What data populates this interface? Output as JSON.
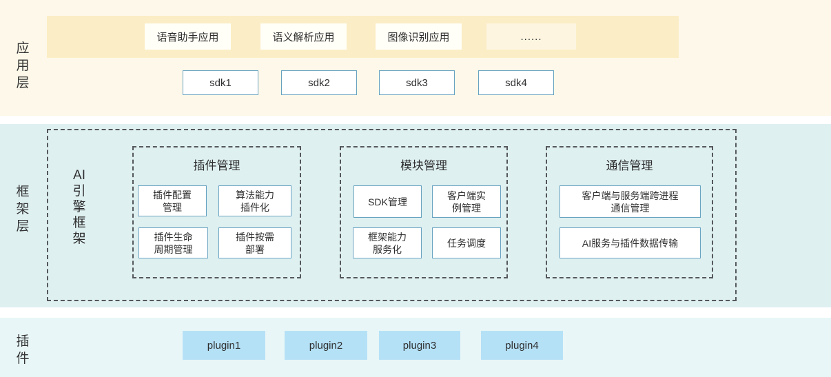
{
  "colors": {
    "canvas_bg": "#ffffff",
    "app_layer_bg": "#fdf8e9",
    "app_band_bg": "#fbedc5",
    "app_box_bg": "#fffef7",
    "dots_box_bg": "#fdf5e0",
    "framework_layer_bg": "#dff0f1",
    "plugin_layer_bg": "#e8f6f7",
    "box_bg": "#ffffff",
    "box_border": "#67a2c0",
    "plugin_box_bg": "#b5e1f7",
    "dash_border": "#54585b",
    "text": "#2e2e2e"
  },
  "app_layer": {
    "label": "应\n用\n层",
    "apps": [
      {
        "label": "语音助手应用"
      },
      {
        "label": "语义解析应用"
      },
      {
        "label": "图像识别应用"
      },
      {
        "label": "......"
      }
    ],
    "sdks": [
      {
        "label": "sdk1"
      },
      {
        "label": "sdk2"
      },
      {
        "label": "sdk3"
      },
      {
        "label": "sdk4"
      }
    ]
  },
  "framework_layer": {
    "label": "框\n架\n层",
    "engine_label": "AI\n引\n擎\n框\n架",
    "groups": [
      {
        "title": "插件管理",
        "items": [
          {
            "label": "插件配置\n管理"
          },
          {
            "label": "算法能力\n插件化"
          },
          {
            "label": "插件生命\n周期管理"
          },
          {
            "label": "插件按需\n部署"
          }
        ]
      },
      {
        "title": "模块管理",
        "items": [
          {
            "label": "SDK管理"
          },
          {
            "label": "客户端实\n例管理"
          },
          {
            "label": "框架能力\n服务化"
          },
          {
            "label": "任务调度"
          }
        ]
      },
      {
        "title": "通信管理",
        "items": [
          {
            "label": "客户端与服务端跨进程\n通信管理"
          },
          {
            "label": "AI服务与插件数据传输"
          }
        ]
      }
    ]
  },
  "plugin_layer": {
    "label": "插\n件",
    "plugins": [
      {
        "label": "plugin1"
      },
      {
        "label": "plugin2"
      },
      {
        "label": "plugin3"
      },
      {
        "label": "plugin4"
      }
    ]
  }
}
